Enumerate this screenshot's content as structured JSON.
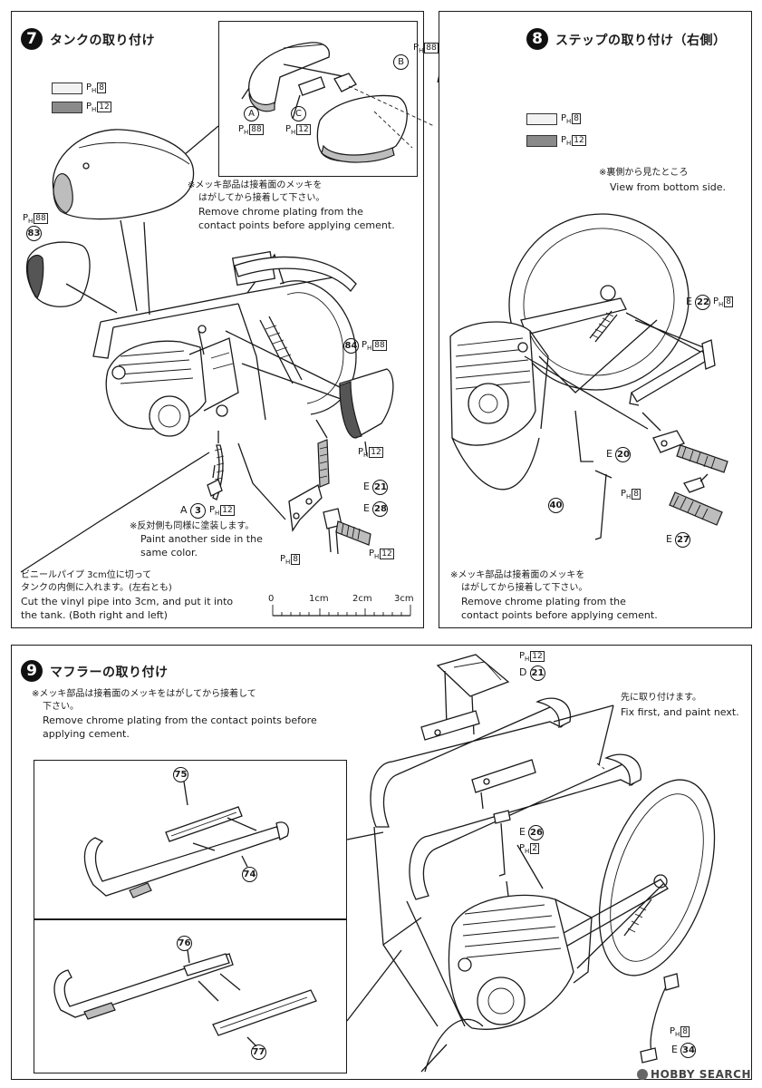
{
  "step7": {
    "number": "7",
    "title": "タンクの取り付け",
    "note_jp_1": "※メッキ部品は接着面のメッキを",
    "note_jp_2": "はがしてから接着して下さい。",
    "note_en_1": "Remove chrome plating from the",
    "note_en_2": "contact points before applying  cement.",
    "paint_note_jp": "※反対側も同様に塗装します。",
    "paint_note_en_1": "Paint another side in the",
    "paint_note_en_2": "same color.",
    "pipe_jp_1": "ビニールパイプ 3cm位に切って",
    "pipe_jp_2": "タンクの内側に入れます。(左右とも)",
    "pipe_en_1": "Cut the vinyl pipe into 3cm, and put it into",
    "pipe_en_2": "the tank. (Both right and left)",
    "ruler": [
      "0",
      "1cm",
      "2cm",
      "3cm"
    ],
    "legend": [
      {
        "code": "8",
        "color": "#f2f2f2"
      },
      {
        "code": "12",
        "color": "#8a8a8a"
      }
    ],
    "labels": {
      "A_letter": "A",
      "C_letter": "C",
      "B_letter": "B",
      "A_paint": "88",
      "C_paint": "12",
      "B_paint": "88",
      "p83": "83",
      "p83_paint": "88",
      "p84": "84",
      "p84_paint": "88",
      "p84_paint2": "12",
      "A3_prefix": "A",
      "A3": "3",
      "A3_paint": "12",
      "E21_prefix": "E",
      "E21": "21",
      "E28_prefix": "E",
      "E28": "28",
      "p8": "8",
      "p12": "12"
    }
  },
  "step8": {
    "number": "8",
    "title": "ステップの取り付け（右側）",
    "view_jp": "※裏側から見たところ",
    "view_en": "View from bottom side.",
    "note_jp_1": "※メッキ部品は接着面のメッキを",
    "note_jp_2": "はがしてから接着して下さい。",
    "note_en_1": "Remove chrome plating from the",
    "note_en_2": "contact points before applying  cement.",
    "legend": [
      {
        "code": "8",
        "color": "#f2f2f2"
      },
      {
        "code": "12",
        "color": "#8a8a8a"
      }
    ],
    "labels": {
      "E22_prefix": "E",
      "E22": "22",
      "E22_paint": "8",
      "E20_prefix": "E",
      "E20": "20",
      "E20_paint": "8",
      "p40": "40",
      "E27_prefix": "E",
      "E27": "27"
    }
  },
  "step9": {
    "number": "9",
    "title": "マフラーの取り付け",
    "note_jp_1": "※メッキ部品は接着面のメッキをはがしてから接着して",
    "note_jp_2": "下さい。",
    "note_en_1": "Remove chrome plating from the contact points before",
    "note_en_2": "applying cement.",
    "fix_jp": "先に取り付けます。",
    "fix_en": "Fix first, and paint next.",
    "labels": {
      "p75": "75",
      "p74": "74",
      "p76": "76",
      "p77": "77",
      "D21_prefix": "D",
      "D21": "21",
      "D21_paint": "12",
      "E26_prefix": "E",
      "E26": "26",
      "E26_paint": "2",
      "E34_prefix": "E",
      "E34": "34",
      "E34_paint": "8"
    }
  },
  "paint_prefix": "P",
  "paint_sub": "H",
  "watermark": "HOBBY SEARCH"
}
